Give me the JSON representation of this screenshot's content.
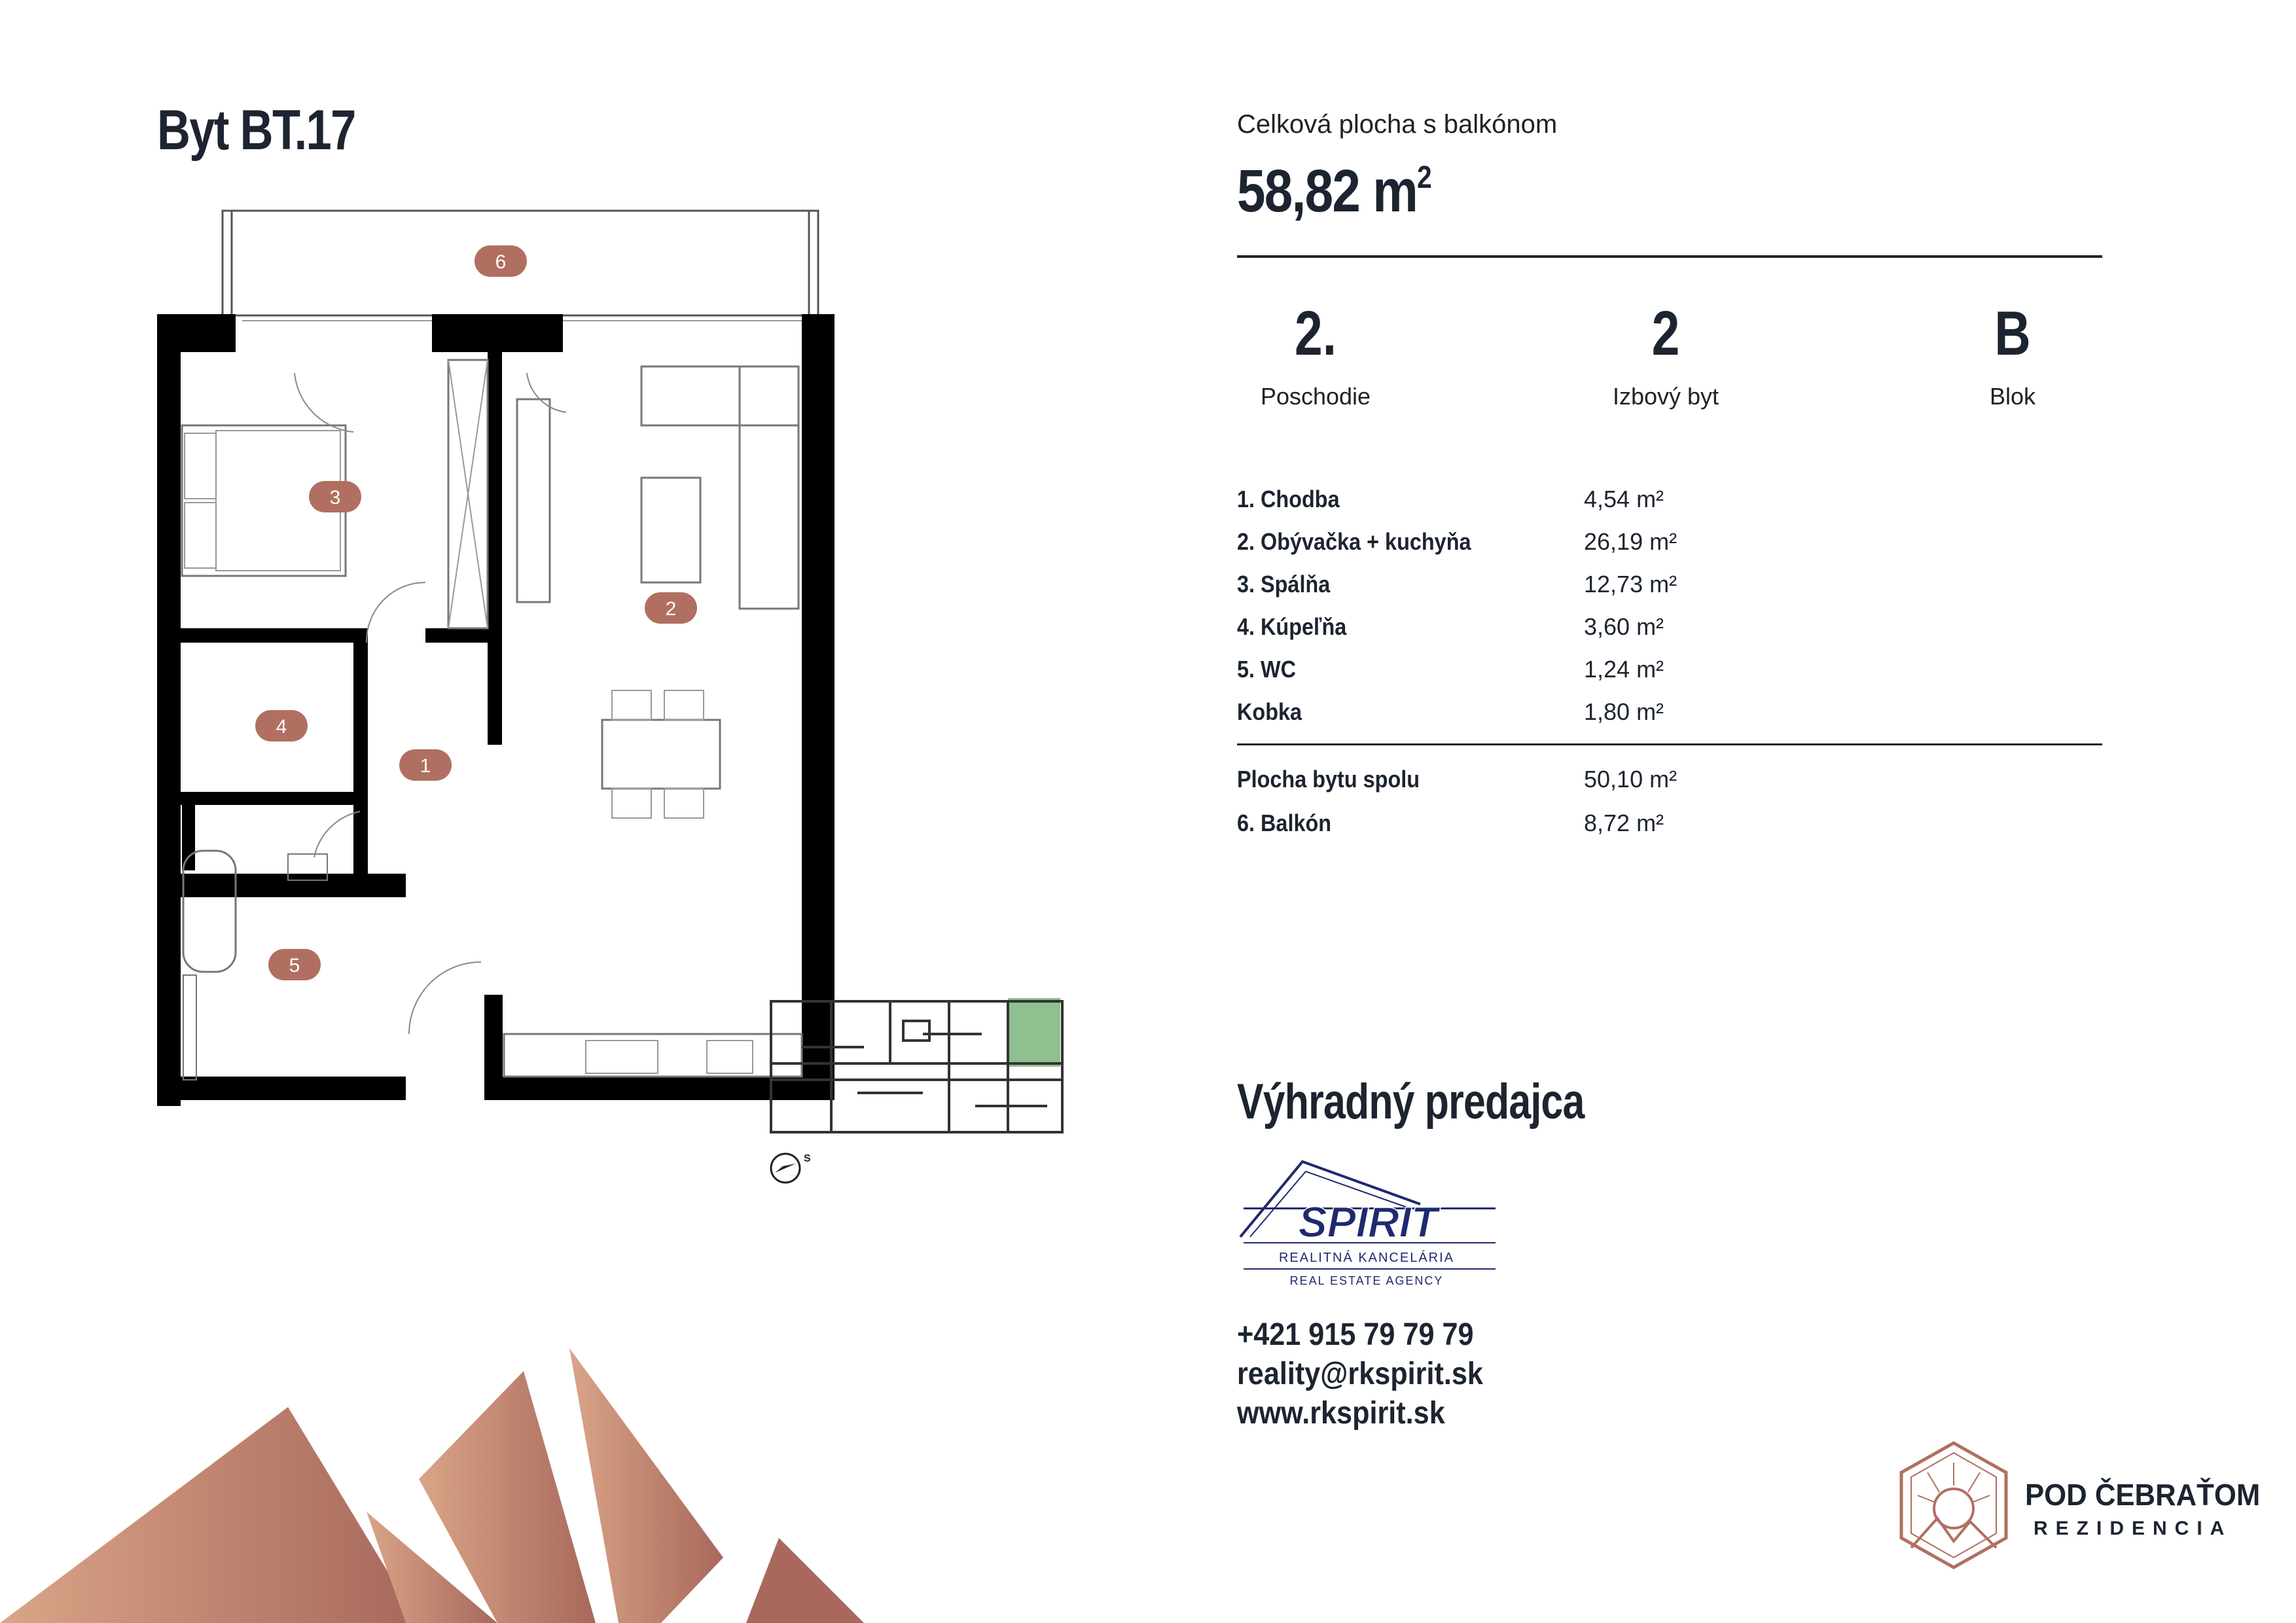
{
  "apartment": {
    "title": "Byt BT.17"
  },
  "summary": {
    "total_label": "Celková plocha s balkónom",
    "total_value": "58,82 m",
    "total_unit_sup": "2"
  },
  "stats": [
    {
      "value": "2.",
      "label": "Poschodie"
    },
    {
      "value": "2",
      "label": "Izbový  byt"
    },
    {
      "value": "B",
      "label": "Blok"
    }
  ],
  "rooms": [
    {
      "name": "1. Chodba",
      "area": "4,54 m²"
    },
    {
      "name": "2. Obývačka + kuchyňa",
      "area": "26,19 m²"
    },
    {
      "name": "3. Spálňa",
      "area": "12,73 m²"
    },
    {
      "name": "4. Kúpeľňa",
      "area": "3,60 m²"
    },
    {
      "name": "5. WC",
      "area": "1,24 m²"
    },
    {
      "name": "Kobka",
      "area": "1,80 m²"
    }
  ],
  "totals": [
    {
      "name": "Plocha bytu spolu",
      "area": "50,10 m²"
    },
    {
      "name": "6. Balkón",
      "area": "8,72 m²"
    }
  ],
  "plan_labels": [
    "1",
    "2",
    "3",
    "4",
    "5",
    "6"
  ],
  "compass_label": "S",
  "dealer": {
    "heading": "Výhradný predajca",
    "logo_name": "SPIRIT",
    "logo_line1": "REALITNÁ KANCELÁRIA",
    "logo_line2": "REAL ESTATE AGENCY",
    "phone": "+421 915 79 79 79",
    "email": "reality@rkspirit.sk",
    "web": "www.rkspirit.sk"
  },
  "brand": {
    "line1": "POD ČEBRAŤOM",
    "line2": "REZIDENCIA"
  },
  "colors": {
    "accent": "#b06f61",
    "dark": "#1c2430",
    "highlight": "#8fc08f",
    "navy": "#1e2a6e"
  }
}
